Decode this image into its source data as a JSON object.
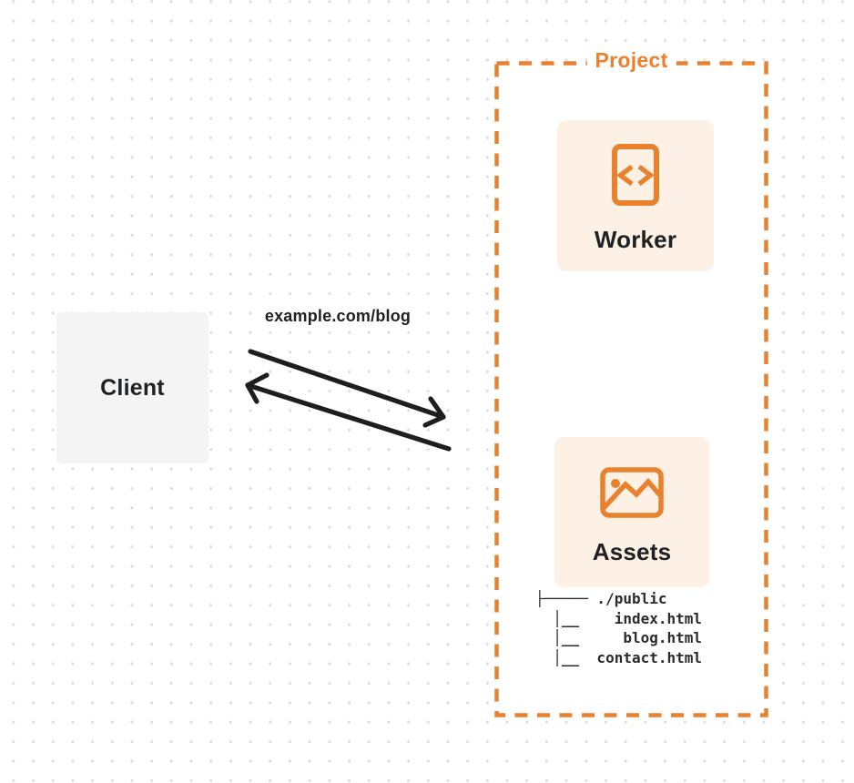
{
  "colors": {
    "accent": "#e9812e",
    "card_bg": "#fcf1e4",
    "client_bg": "#f4f4f5",
    "text_dark": "#202125",
    "arrow": "#1e1e20",
    "dot": "#dedede"
  },
  "client": {
    "label": "Client"
  },
  "request": {
    "label": "example.com/blog"
  },
  "project": {
    "label": "Project",
    "worker": {
      "label": "Worker",
      "icon": "code-file-icon"
    },
    "assets": {
      "label": "Assets",
      "icon": "image-icon",
      "file_tree": {
        "root": "./public",
        "files": [
          "index.html",
          "blog.html",
          "contact.html"
        ],
        "text": "├───── ./public\n  │__    index.html\n  │__     blog.html\n  │__  contact.html"
      }
    }
  }
}
